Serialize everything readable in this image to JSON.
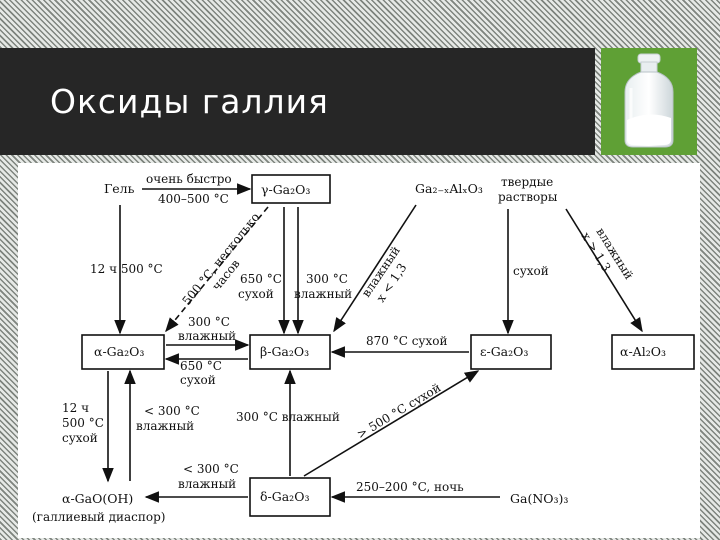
{
  "slide": {
    "title": "Оксиды галлия",
    "accent_bar_color": "#262626",
    "photo_tile_color": "#5fa035"
  },
  "photo": {
    "icon": "powder-jar-icon"
  },
  "diagram": {
    "nodes": {
      "gel": "Гель",
      "gamma": "γ-Ga₂O₃",
      "ga2xal": "Ga₂₋ₓAlₓO₃",
      "solid_solutions": [
        "твердые",
        "растворы"
      ],
      "alpha": "α-Ga₂O₃",
      "beta": "β-Ga₂O₃",
      "epsilon": "ε-Ga₂O₃",
      "alpha_al": "α-Al₂O₃",
      "gaooh": "α-GaO(OH)",
      "gaooh_note": "(галлиевый диаспор)",
      "delta": "δ-Ga₂O₃",
      "nitrate": "Ga(NO₃)₃"
    },
    "edges": {
      "gel_gamma_top": "очень быстро",
      "gel_gamma_bottom": "400–500 °C",
      "gel_alpha": "12 ч   500 °C",
      "gamma_alpha_1": "500 °C, несколько",
      "gamma_alpha_2": "часов",
      "gamma_beta_650_1": "650 °C",
      "gamma_beta_650_2": "сухой",
      "gamma_beta_300_1": "300 °C",
      "gamma_beta_300_2": "влажный",
      "alpha_beta_top_1": "300 °C",
      "alpha_beta_top_2": "влажный",
      "alpha_beta_bot_1": "650 °C",
      "alpha_beta_bot_2": "сухой",
      "al_beta_1": "влажный",
      "al_beta_2": "x < 1,3",
      "al_epsilon": "сухой",
      "al_alpha_al_1": "влажный",
      "al_alpha_al_2": "x > 1,3",
      "epsilon_beta": "870 °C сухой",
      "alpha_gaooh_1": "12 ч",
      "alpha_gaooh_2": "500 °C",
      "alpha_gaooh_3": "сухой",
      "gaooh_alpha_1": "< 300 °C",
      "gaooh_alpha_2": "влажный",
      "delta_beta": "300 °C  влажный",
      "delta_epsilon": "> 500 °C сухой",
      "delta_gaooh_1": "< 300 °C",
      "delta_gaooh_2": "влажный",
      "nitrate_delta": "250–200 °C,  ночь"
    }
  }
}
